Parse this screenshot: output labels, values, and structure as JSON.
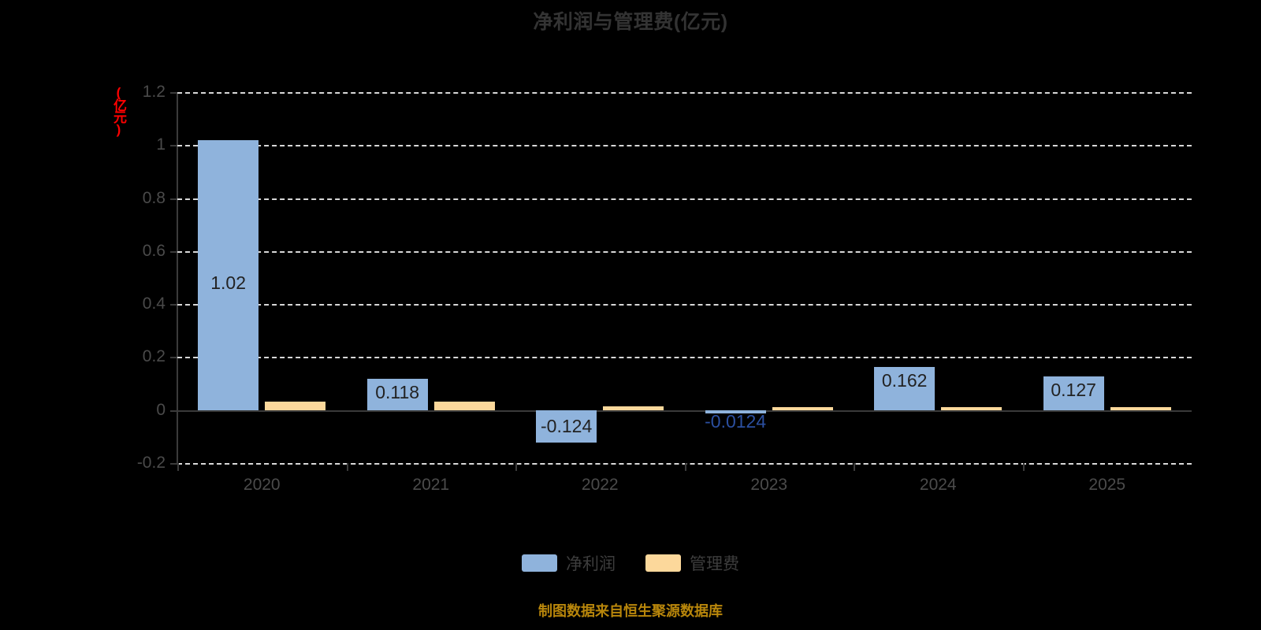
{
  "chart_data": {
    "type": "bar",
    "title": "净利润与管理费(亿元)",
    "xlabel": "",
    "ylabel": "(亿元)",
    "ylim": [
      -0.2,
      1.2
    ],
    "grid": true,
    "legend_position": "bottom",
    "categories": [
      "2020",
      "2021",
      "2022",
      "2023",
      "2024",
      "2025"
    ],
    "ytick_labels": [
      "1.2",
      "1",
      "0.8",
      "0.6",
      "0.4",
      "0.2",
      "0",
      "-0.2"
    ],
    "ytick_values": [
      1.2,
      1.0,
      0.8,
      0.6,
      0.4,
      0.2,
      0,
      -0.2
    ],
    "series": [
      {
        "name": "净利润",
        "color": "#8fb3dc",
        "values": [
          1.02,
          0.118,
          -0.124,
          -0.0124,
          0.162,
          0.127
        ],
        "labels": [
          "1.02",
          "0.118",
          "-0.124",
          "-0.0124",
          "0.162",
          "0.127"
        ]
      },
      {
        "name": "管理费",
        "color": "#fcd89b",
        "values": [
          0.031,
          0.032,
          0.014,
          0.011,
          0.012,
          0.011
        ],
        "labels": [
          "",
          "",
          "",
          "",
          "",
          ""
        ]
      }
    ],
    "annotations": {
      "source": "制图数据来自恒生聚源数据库"
    }
  },
  "colors": {
    "background": "#000000",
    "profit": "#8fb3dc",
    "fee": "#fcd89b",
    "title": "#333333",
    "axis": "#3b3b3b",
    "grid": "#d8d8d8",
    "unit_label": "#ff0000",
    "source": "#b8860b"
  }
}
